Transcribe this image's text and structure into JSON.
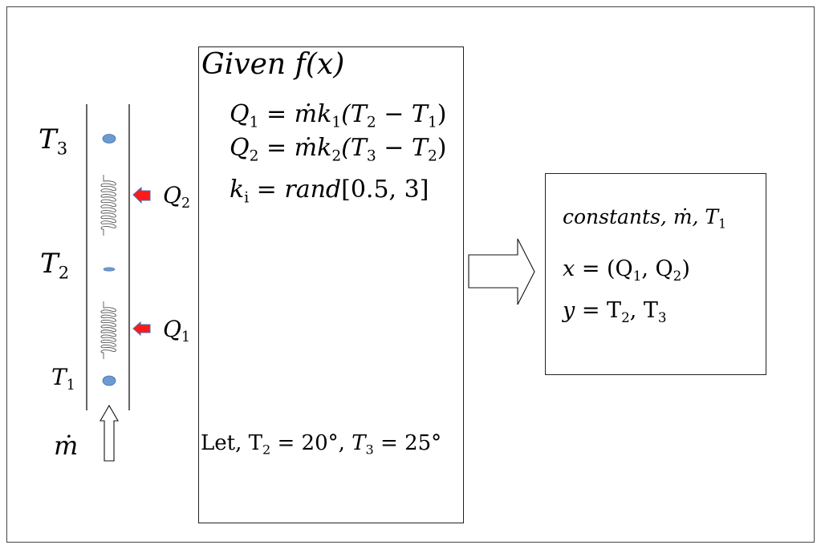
{
  "left": {
    "t3": {
      "sym": "T",
      "sub": "3"
    },
    "t2": {
      "sym": "T",
      "sub": "2"
    },
    "t1": {
      "sym": "T",
      "sub": "1"
    },
    "q2": {
      "sym": "Q",
      "sub": "2"
    },
    "q1": {
      "sym": "Q",
      "sub": "1"
    },
    "mdot": "ṁ"
  },
  "given": {
    "title": "Given f(x)",
    "eq1": {
      "lhs": "Q",
      "lhs_sub": "1",
      "eq": " = ",
      "m": "ṁk",
      "k_sub": "1",
      "open": "(T",
      "a_sub": "2",
      "minus": " − T",
      "b_sub": "1",
      "close": ")"
    },
    "eq2": {
      "lhs": "Q",
      "lhs_sub": "2",
      "eq": " = ",
      "m": "ṁk",
      "k_sub": "2",
      "open": "(T",
      "a_sub": "3",
      "minus": " − T",
      "b_sub": "2",
      "close": ")"
    },
    "eq3": {
      "lhs": "k",
      "lhs_sub": "i",
      "eq": " = ",
      "rhs_fn": "rand",
      "rhs_arg": "[0.5, 3]"
    },
    "let": {
      "prefix": "Let, T",
      "sub1": "2",
      "mid": " = 20°,  ",
      "t": "T",
      "sub2": "3",
      "end": " = 25°"
    }
  },
  "result": {
    "line1": {
      "a": "constants",
      "b": ", ṁ, T",
      "sub": "1"
    },
    "line2": {
      "a": "x",
      "b": " = (Q",
      "s1": "1",
      "c": ", Q",
      "s2": "2",
      "d": ")"
    },
    "line3": {
      "a": "y",
      "b": " = T",
      "s1": "2",
      "c": ", T",
      "s2": "3"
    }
  },
  "colors": {
    "node": "#6b9bd1",
    "heat_arrow": "#ff1a1a",
    "heat_arrow_edge": "#4a6fb0",
    "line": "#111111"
  }
}
